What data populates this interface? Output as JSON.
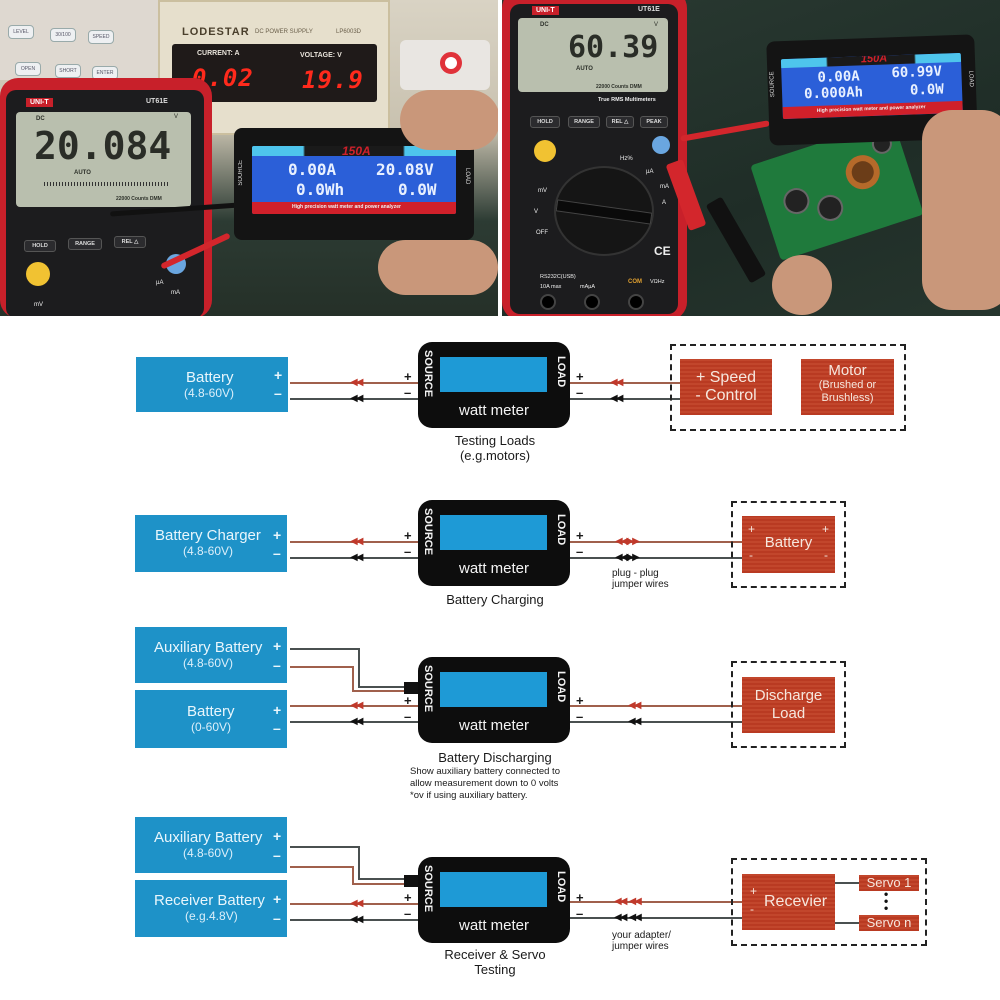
{
  "photos": {
    "left": {
      "psu": {
        "brand": "LODESTAR",
        "subtitle": "DC POWER SUPPLY",
        "model": "LP6003D",
        "current_label": "CURRENT:  A",
        "voltage_label": "VOLTAGE:  V",
        "current_value": "0.02",
        "voltage_value": "19.9",
        "keys": [
          "LEVEL",
          "30/100",
          "SPEED",
          "OPEN",
          "SHORT",
          "ENTER"
        ]
      },
      "multimeter": {
        "brand": "UNI-T",
        "model": "UT61E",
        "mode": "DC",
        "unit": "V",
        "reading": "20.084",
        "range": "AUTO",
        "counts": "22000 Counts DMM",
        "buttons": [
          "HOLD",
          "RANGE",
          "REL △"
        ],
        "dial_labels": [
          "mV",
          "mA",
          "µA"
        ]
      },
      "watt_meter": {
        "rating": "150A",
        "current": "0.00A",
        "voltage": "20.08V",
        "energy": "0.0Wh",
        "power": "0.0W",
        "source_label": "SOURCE",
        "load_label": "LOAD",
        "tagline": "High precision watt meter and power analyzer"
      }
    },
    "right": {
      "multimeter": {
        "brand": "UNI-T",
        "model": "UT61E",
        "mode": "DC",
        "unit": "V",
        "reading": "60.39",
        "range": "AUTO",
        "counts": "22000 Counts DMM",
        "series": "True RMS Multimeters",
        "buttons": [
          "HOLD",
          "RANGE",
          "REL △",
          "PEAK"
        ],
        "dial_labels": [
          "Hz%",
          "µA",
          "mA",
          "A",
          "mV",
          "V",
          "OFF"
        ],
        "ports": [
          "RS232C(USB)",
          "10A max",
          "mAµA",
          "COM",
          "VΩHz"
        ],
        "ce_mark": "CE"
      },
      "watt_meter": {
        "rating": "150A",
        "current": "0.00A",
        "voltage": "60.99V",
        "energy": "0.000Ah",
        "power": "0.0W",
        "source_label": "SOURCE",
        "load_label": "LOAD",
        "tagline": "High precision watt meter and power analyzer"
      }
    }
  },
  "diagram": {
    "meter_label": "watt meter",
    "source_label": "SOURCE",
    "load_label": "LOAD",
    "plus": "+",
    "minus": "–",
    "sections": [
      {
        "source_boxes": [
          {
            "title": "Battery",
            "subtitle": "(4.8-60V)"
          }
        ],
        "caption": [
          "Testing Loads",
          "(e.g.motors)"
        ],
        "load_boxes": [
          {
            "line1": "+  Speed",
            "line2": "-  Control"
          },
          {
            "line1": "Motor",
            "line2": "(Brushed or",
            "line3": "Brushless)"
          }
        ]
      },
      {
        "source_boxes": [
          {
            "title": "Battery Charger",
            "subtitle": "(4.8-60V)"
          }
        ],
        "caption": [
          "Battery Charging"
        ],
        "wire_note": [
          "plug - plug",
          "jumper wires"
        ],
        "load_boxes": [
          {
            "line1": "Battery",
            "plus_left": "+",
            "plus_right": "+",
            "minus_left": "-",
            "minus_right": "-"
          }
        ]
      },
      {
        "source_boxes": [
          {
            "title": "Auxiliary Battery",
            "subtitle": "(4.8-60V)"
          },
          {
            "title": "Battery",
            "subtitle": "(0-60V)"
          }
        ],
        "caption": [
          "Battery Discharging"
        ],
        "note": [
          "Show auxiliary battery connected to",
          "allow measurement down to 0 volts",
          "*ov if using auxiliary battery."
        ],
        "load_boxes": [
          {
            "line1": "Discharge",
            "line2": "Load"
          }
        ]
      },
      {
        "source_boxes": [
          {
            "title": "Auxiliary Battery",
            "subtitle": "(4.8-60V)"
          },
          {
            "title": "Receiver Battery",
            "subtitle": "(e.g.4.8V)"
          }
        ],
        "caption": [
          "Receiver & Servo",
          "Testing"
        ],
        "wire_note": [
          "your adapter/",
          "jumper wires"
        ],
        "load_boxes": [
          {
            "line1": "Recevier",
            "plus": "+",
            "minus": "-"
          }
        ],
        "servos": [
          "Servo 1",
          "Servo n"
        ]
      }
    ]
  }
}
